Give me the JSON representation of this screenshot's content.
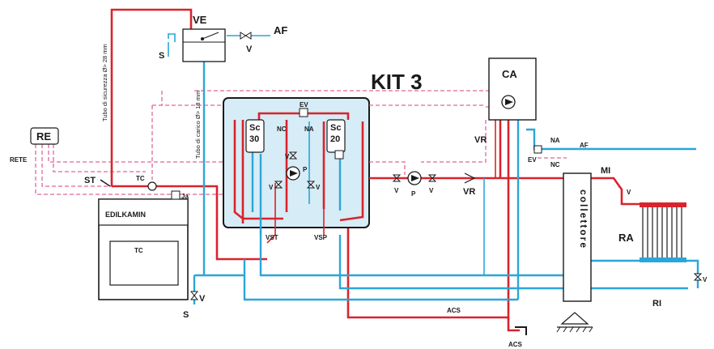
{
  "title": "KIT 3",
  "labels": {
    "ve": "VE",
    "af_top": "AF",
    "s_top": "S",
    "v_top": "V",
    "tubo_sicurezza": "Tubo di sicurezza Ø> 28 mm",
    "tubo_carico": "Tubo di carico Ø> 18 mm",
    "re": "RE",
    "rete": "RETE",
    "st": "ST",
    "tc_probe": "TC",
    "ja": "Ja",
    "brand": "EDILKAMIN",
    "tc_boiler": "TC",
    "v_bottom": "V",
    "s_bottom": "S",
    "ev_kit": "EV",
    "nc_kit": "NC",
    "na_kit": "NA",
    "sc30_a": "Sc",
    "sc30_b": "30",
    "sc20_a": "Sc",
    "sc20_b": "20",
    "v_kit": "V",
    "p_kit": "P",
    "v_kit_l": "V",
    "v_kit_r": "V",
    "vst": "VST",
    "vsp": "VSP",
    "ca": "CA",
    "vr_vert": "VR",
    "na_right": "NA",
    "af_right": "AF",
    "ev_right": "EV",
    "nc_right": "NC",
    "v_pump_l": "V",
    "p_pump": "P",
    "v_pump_r": "V",
    "vr_horiz": "VR",
    "mi": "MI",
    "v_mi": "V",
    "collettore": "collettore",
    "ra": "RA",
    "v_ri": "V",
    "ri": "RI",
    "acs_mid": "ACS",
    "acs_bottom": "ACS"
  },
  "colors": {
    "hot": "#d9232d",
    "cold": "#2ba6d8",
    "electric": "#e0669c",
    "kit_fill": "#d6ecf6",
    "outline": "#1a1a1a"
  }
}
